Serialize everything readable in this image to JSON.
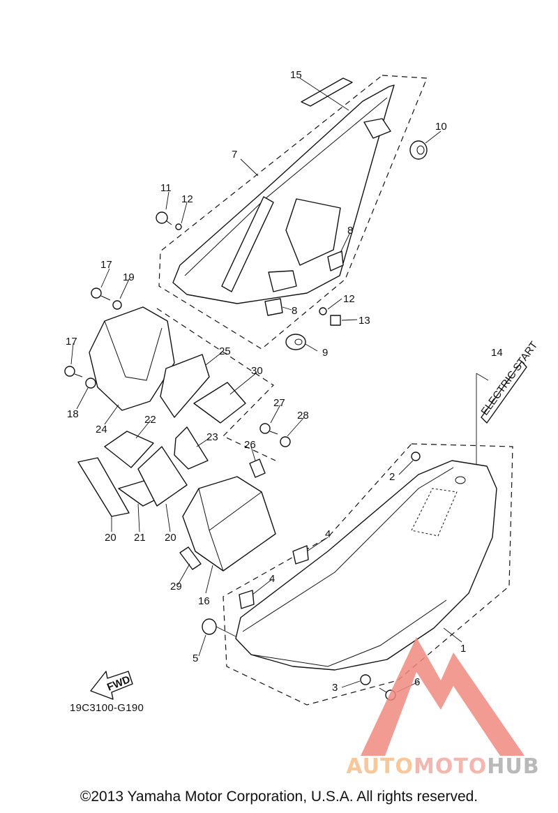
{
  "diagram": {
    "ref_code": "19C3100-G190",
    "fwd_label": "FWD",
    "decal_text": "ELECTRIC START",
    "copyright": "©2013 Yamaha Motor Corporation, U.S.A. All rights reserved."
  },
  "callouts": [
    "15",
    "10",
    "7",
    "11",
    "12",
    "8",
    "17",
    "19",
    "8",
    "12",
    "13",
    "9",
    "25",
    "30",
    "14",
    "17",
    "18",
    "24",
    "27",
    "28",
    "22",
    "23",
    "26",
    "2",
    "4",
    "20",
    "21",
    "20",
    "29",
    "16",
    "4",
    "5",
    "1",
    "3",
    "6"
  ],
  "watermark": {
    "text_a": "AUTO",
    "text_b": "MOTO",
    "text_c": "HUB",
    "color_red": "#f08a80",
    "color_orange": "#f6b46e",
    "color_gray": "#a8a8a8"
  }
}
